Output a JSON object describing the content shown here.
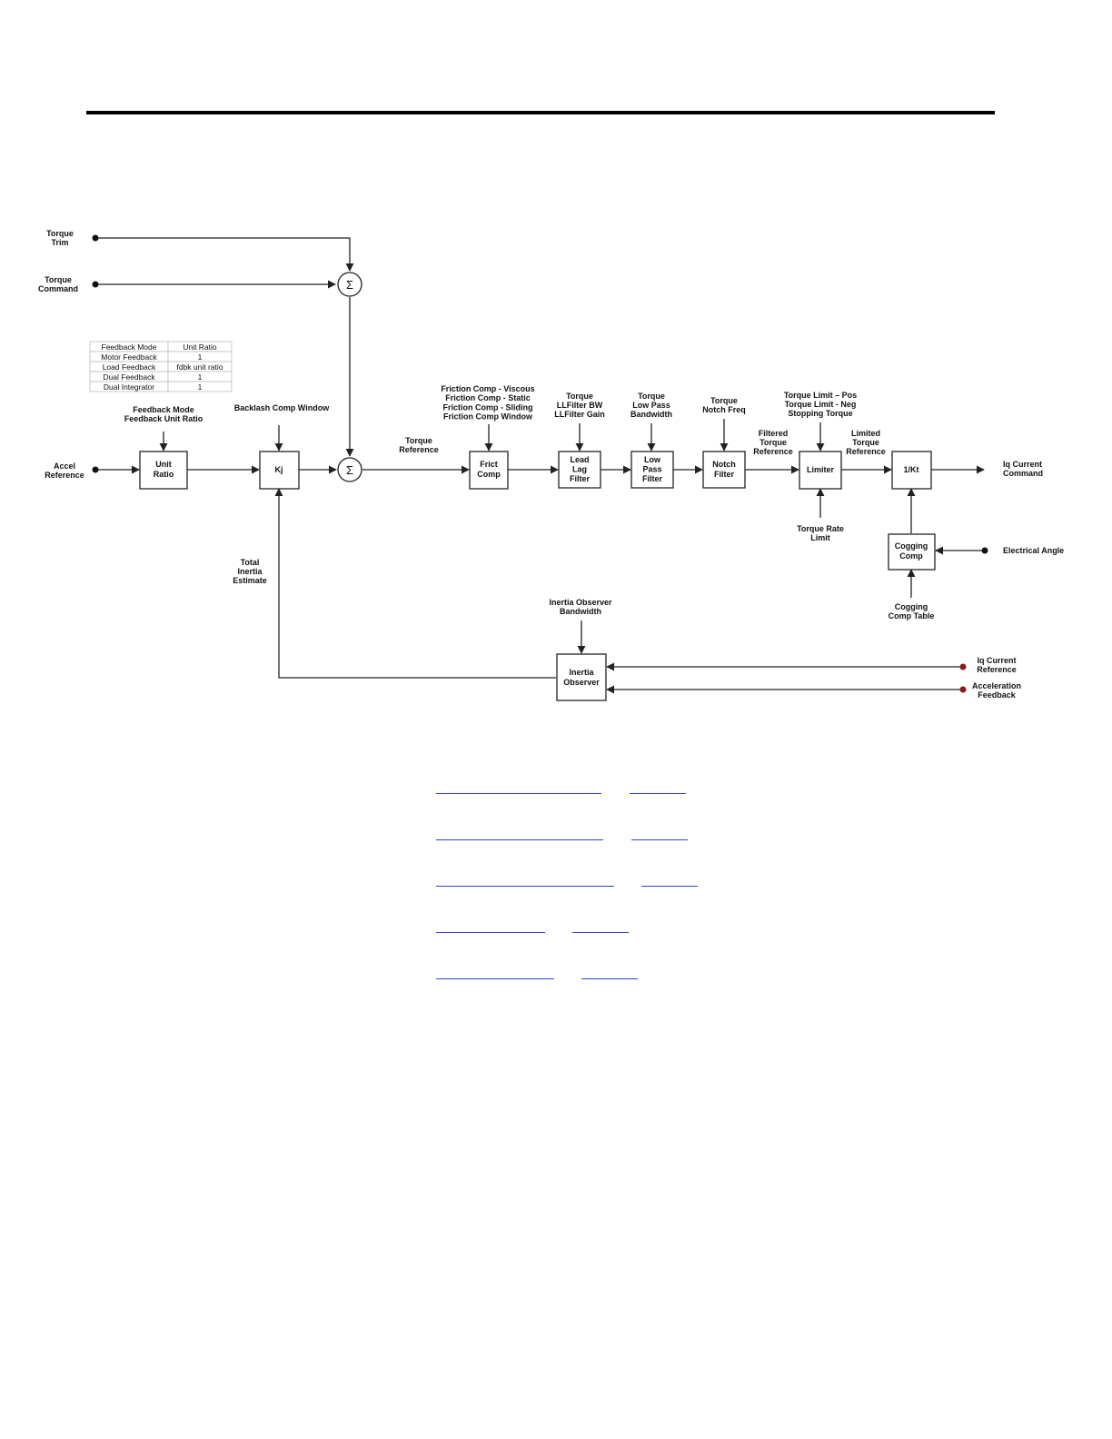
{
  "inputs": {
    "torque_trim": [
      "Torque",
      "Trim"
    ],
    "torque_command": [
      "Torque",
      "Command"
    ],
    "accel_reference": [
      "Accel",
      "Reference"
    ],
    "electrical_angle": [
      "Electrical Angle"
    ],
    "iq_current_reference": [
      "Iq Current",
      "Reference"
    ],
    "acceleration_feedback": [
      "Acceleration",
      "Feedback"
    ]
  },
  "outputs": {
    "iq_current_command": [
      "Iq Current",
      "Command"
    ]
  },
  "table": {
    "header": [
      "Feedback Mode",
      "Unit Ratio"
    ],
    "rows": [
      [
        "Motor Feedback",
        "1"
      ],
      [
        "Load Feedback",
        "fdbk unit ratio"
      ],
      [
        "Dual Feedback",
        "1"
      ],
      [
        "Dual Integrator",
        "1"
      ]
    ]
  },
  "blocks": {
    "unit_ratio": [
      "Unit",
      "Ratio"
    ],
    "kj": [
      "Kj"
    ],
    "frict_comp": [
      "Frict",
      "Comp"
    ],
    "lead_lag_filter": [
      "Lead",
      "Lag",
      "Filter"
    ],
    "low_pass_filter": [
      "Low",
      "Pass",
      "Filter"
    ],
    "notch_filter": [
      "Notch",
      "Filter"
    ],
    "limiter": [
      "Limiter"
    ],
    "one_over_kt": [
      "1/Kt"
    ],
    "cogging_comp": [
      "Cogging",
      "Comp"
    ],
    "inertia_observer": [
      "Inertia",
      "Observer"
    ],
    "sum_symbol": "Σ"
  },
  "parameters": {
    "feedback_mode": [
      "Feedback Mode",
      "Feedback Unit Ratio"
    ],
    "backlash_comp_window": [
      "Backlash Comp Window"
    ],
    "friction_comp": [
      "Friction Comp - Viscous",
      "Friction Comp - Static",
      "Friction Comp - Sliding",
      "Friction Comp Window"
    ],
    "lead_lag": [
      "Torque",
      "LLFilter BW",
      "LLFilter Gain"
    ],
    "low_pass": [
      "Torque",
      "Low Pass",
      "Bandwidth"
    ],
    "notch": [
      "Torque",
      "Notch Freq"
    ],
    "limits": [
      "Torque Limit – Pos",
      "Torque Limit - Neg",
      "Stopping Torque"
    ],
    "torque_rate_limit": [
      "Torque Rate",
      "Limit"
    ],
    "cogging_comp_table": [
      "Cogging",
      "Comp Table"
    ],
    "inertia_observer_bandwidth": [
      "Inertia Observer",
      "Bandwidth"
    ]
  },
  "signals": {
    "torque_reference": [
      "Torque",
      "Reference"
    ],
    "filtered_torque_reference": [
      "Filtered",
      "Torque",
      "Reference"
    ],
    "limited_torque_reference": [
      "Limited",
      "Torque",
      "Reference"
    ],
    "total_inertia_estimate": [
      "Total",
      "Inertia",
      "Estimate"
    ]
  },
  "colors": {
    "link": "#2b44c4",
    "external_input_dot": "#8b1a1a",
    "line": "#222222"
  }
}
